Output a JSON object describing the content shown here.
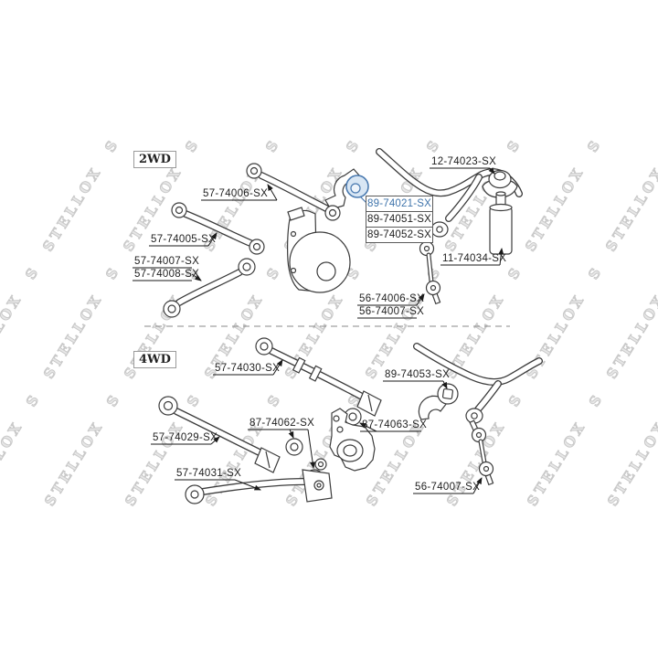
{
  "watermark": {
    "line": "S STELLOX S STELLOX S STELLOX S STELLOX"
  },
  "sections": {
    "twod": {
      "tag": "2WD",
      "labels": {
        "arm_upper": "57-74006-SX",
        "arm_mid": "57-74005-SX",
        "arm_low_a": "57-74007-SX",
        "arm_low_b": "57-74008-SX",
        "bushing_main": "89-74021-SX",
        "bushing_alt1": "89-74051-SX",
        "bushing_alt2": "89-74052-SX",
        "strut_mount": "12-74023-SX",
        "shock": "11-74034-SX",
        "link_a": "56-74006-SX",
        "link_b": "56-74007-SX"
      }
    },
    "fourwd": {
      "tag": "4WD",
      "labels": {
        "rod_upper": "57-74030-SX",
        "stab_bushing": "89-74053-SX",
        "rod_mid": "57-74029-SX",
        "bushing_pair": "87-74062-SX",
        "bushing_single": "87-74063-SX",
        "rod_lower": "57-74031-SX",
        "link": "56-74007-SX"
      }
    }
  },
  "colors": {
    "highlight_text": "#3f74ab",
    "highlight_fill": "#d8e6f4",
    "highlight_stroke": "#4a7ab0",
    "line_art": "#3c3c3c",
    "watermark": "#c9c9c9"
  }
}
